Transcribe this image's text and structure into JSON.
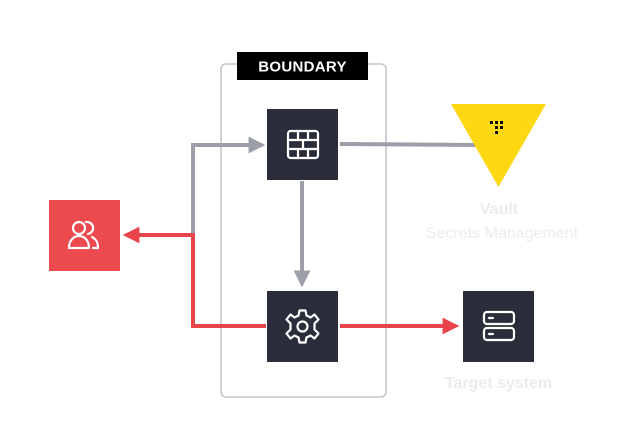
{
  "boundary": {
    "title": "BOUNDARY"
  },
  "vault": {
    "title": "Vault",
    "subtitle": "Secrets Management"
  },
  "target": {
    "title": "Target system"
  },
  "icons": {
    "user": "users-icon",
    "controller": "firewall-icon",
    "worker": "gear-icon",
    "vault": "vault-logo",
    "target": "server-icon"
  },
  "colors": {
    "node_dark": "#2b2e3a",
    "user_red": "#ec4a4f",
    "arrow_gray": "#9c9fa8",
    "arrow_red": "#e8454b",
    "vault_yellow": "#ffd814",
    "label_light": "#ebecee",
    "boundary_border": "#c4c6cc"
  }
}
